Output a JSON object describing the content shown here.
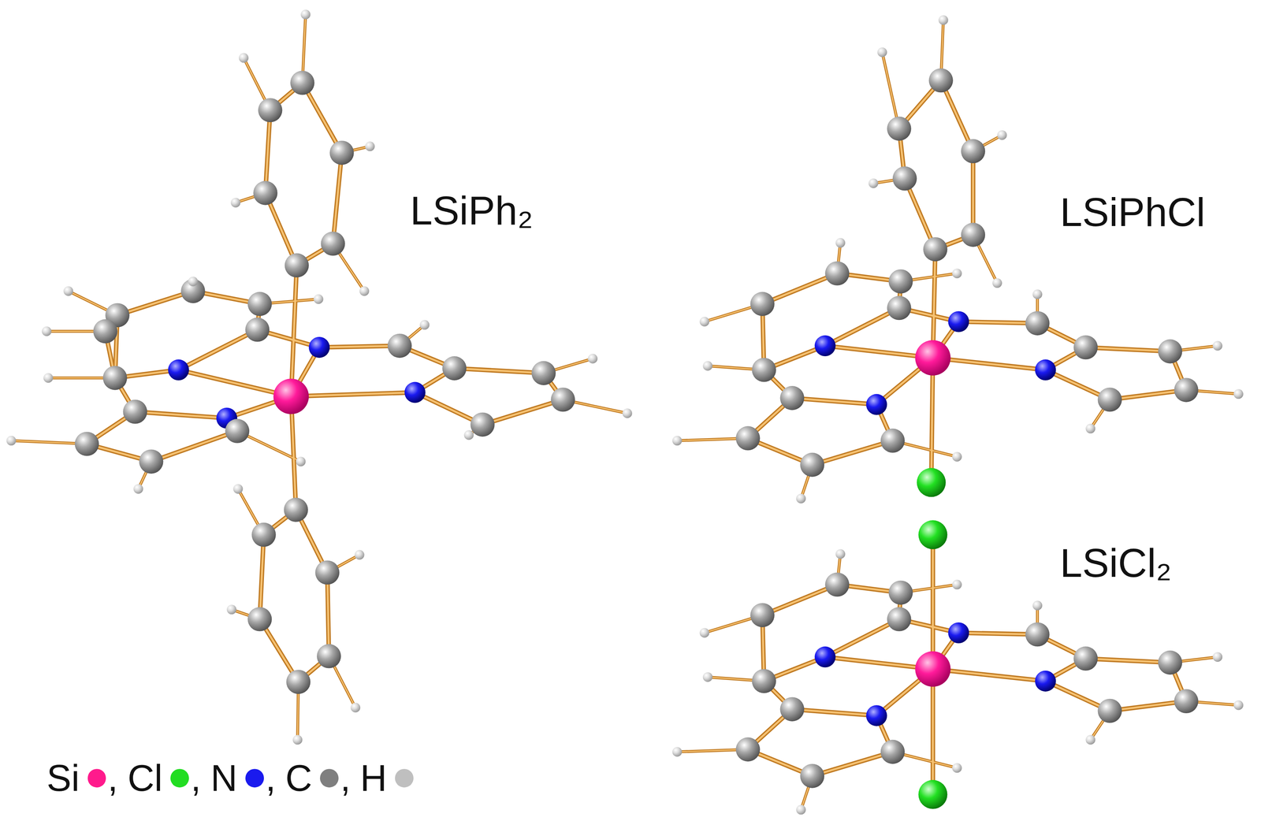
{
  "diagram": {
    "labels": [
      "LSiPh₂",
      "LSiPhCl",
      "LSiCl₂",
      ",",
      ",",
      ",",
      ","
    ],
    "legend": [
      {
        "text": "Si",
        "color": "#ff1a8c"
      },
      {
        "text": "Cl",
        "color": "#22dd22"
      },
      {
        "text": "N",
        "color": "#1a1aee"
      },
      {
        "text": "C",
        "color": "#7f7f7f"
      },
      {
        "text": "H",
        "color": "#bfbfbf"
      }
    ]
  }
}
